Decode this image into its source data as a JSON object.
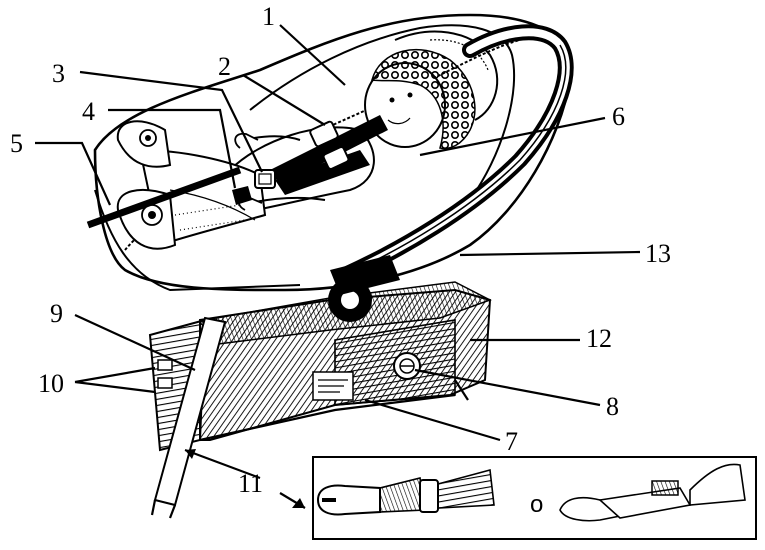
{
  "callouts": [
    {
      "id": "1",
      "label": "1"
    },
    {
      "id": "2",
      "label": "2"
    },
    {
      "id": "3",
      "label": "3"
    },
    {
      "id": "4",
      "label": "4"
    },
    {
      "id": "5",
      "label": "5"
    },
    {
      "id": "6",
      "label": "6"
    },
    {
      "id": "7",
      "label": "7"
    },
    {
      "id": "8",
      "label": "8"
    },
    {
      "id": "9",
      "label": "9"
    },
    {
      "id": "10",
      "label": "10"
    },
    {
      "id": "11",
      "label": "11"
    },
    {
      "id": "12",
      "label": "12"
    },
    {
      "id": "13",
      "label": "13"
    }
  ],
  "inset": {
    "separator": "o"
  }
}
